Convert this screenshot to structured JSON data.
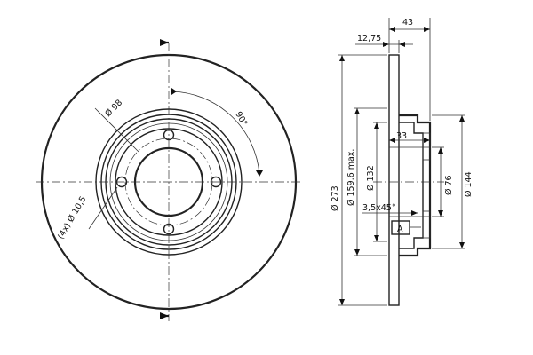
{
  "front_view": {
    "bolt_circle": "Ø 98",
    "angle": "90°",
    "holes": "(4x) Ø 10,5"
  },
  "side_view": {
    "width_total": "43",
    "disc_thickness": "12,75",
    "dia_outer": "Ø 273",
    "dia_friction": "Ø 159,6 max.",
    "dia_hat": "Ø 132",
    "dia_pilot": "Ø 76",
    "dia_hub": "Ø 144",
    "hat_depth": "33",
    "chamfer": "3,5x45°",
    "datum": "A"
  }
}
